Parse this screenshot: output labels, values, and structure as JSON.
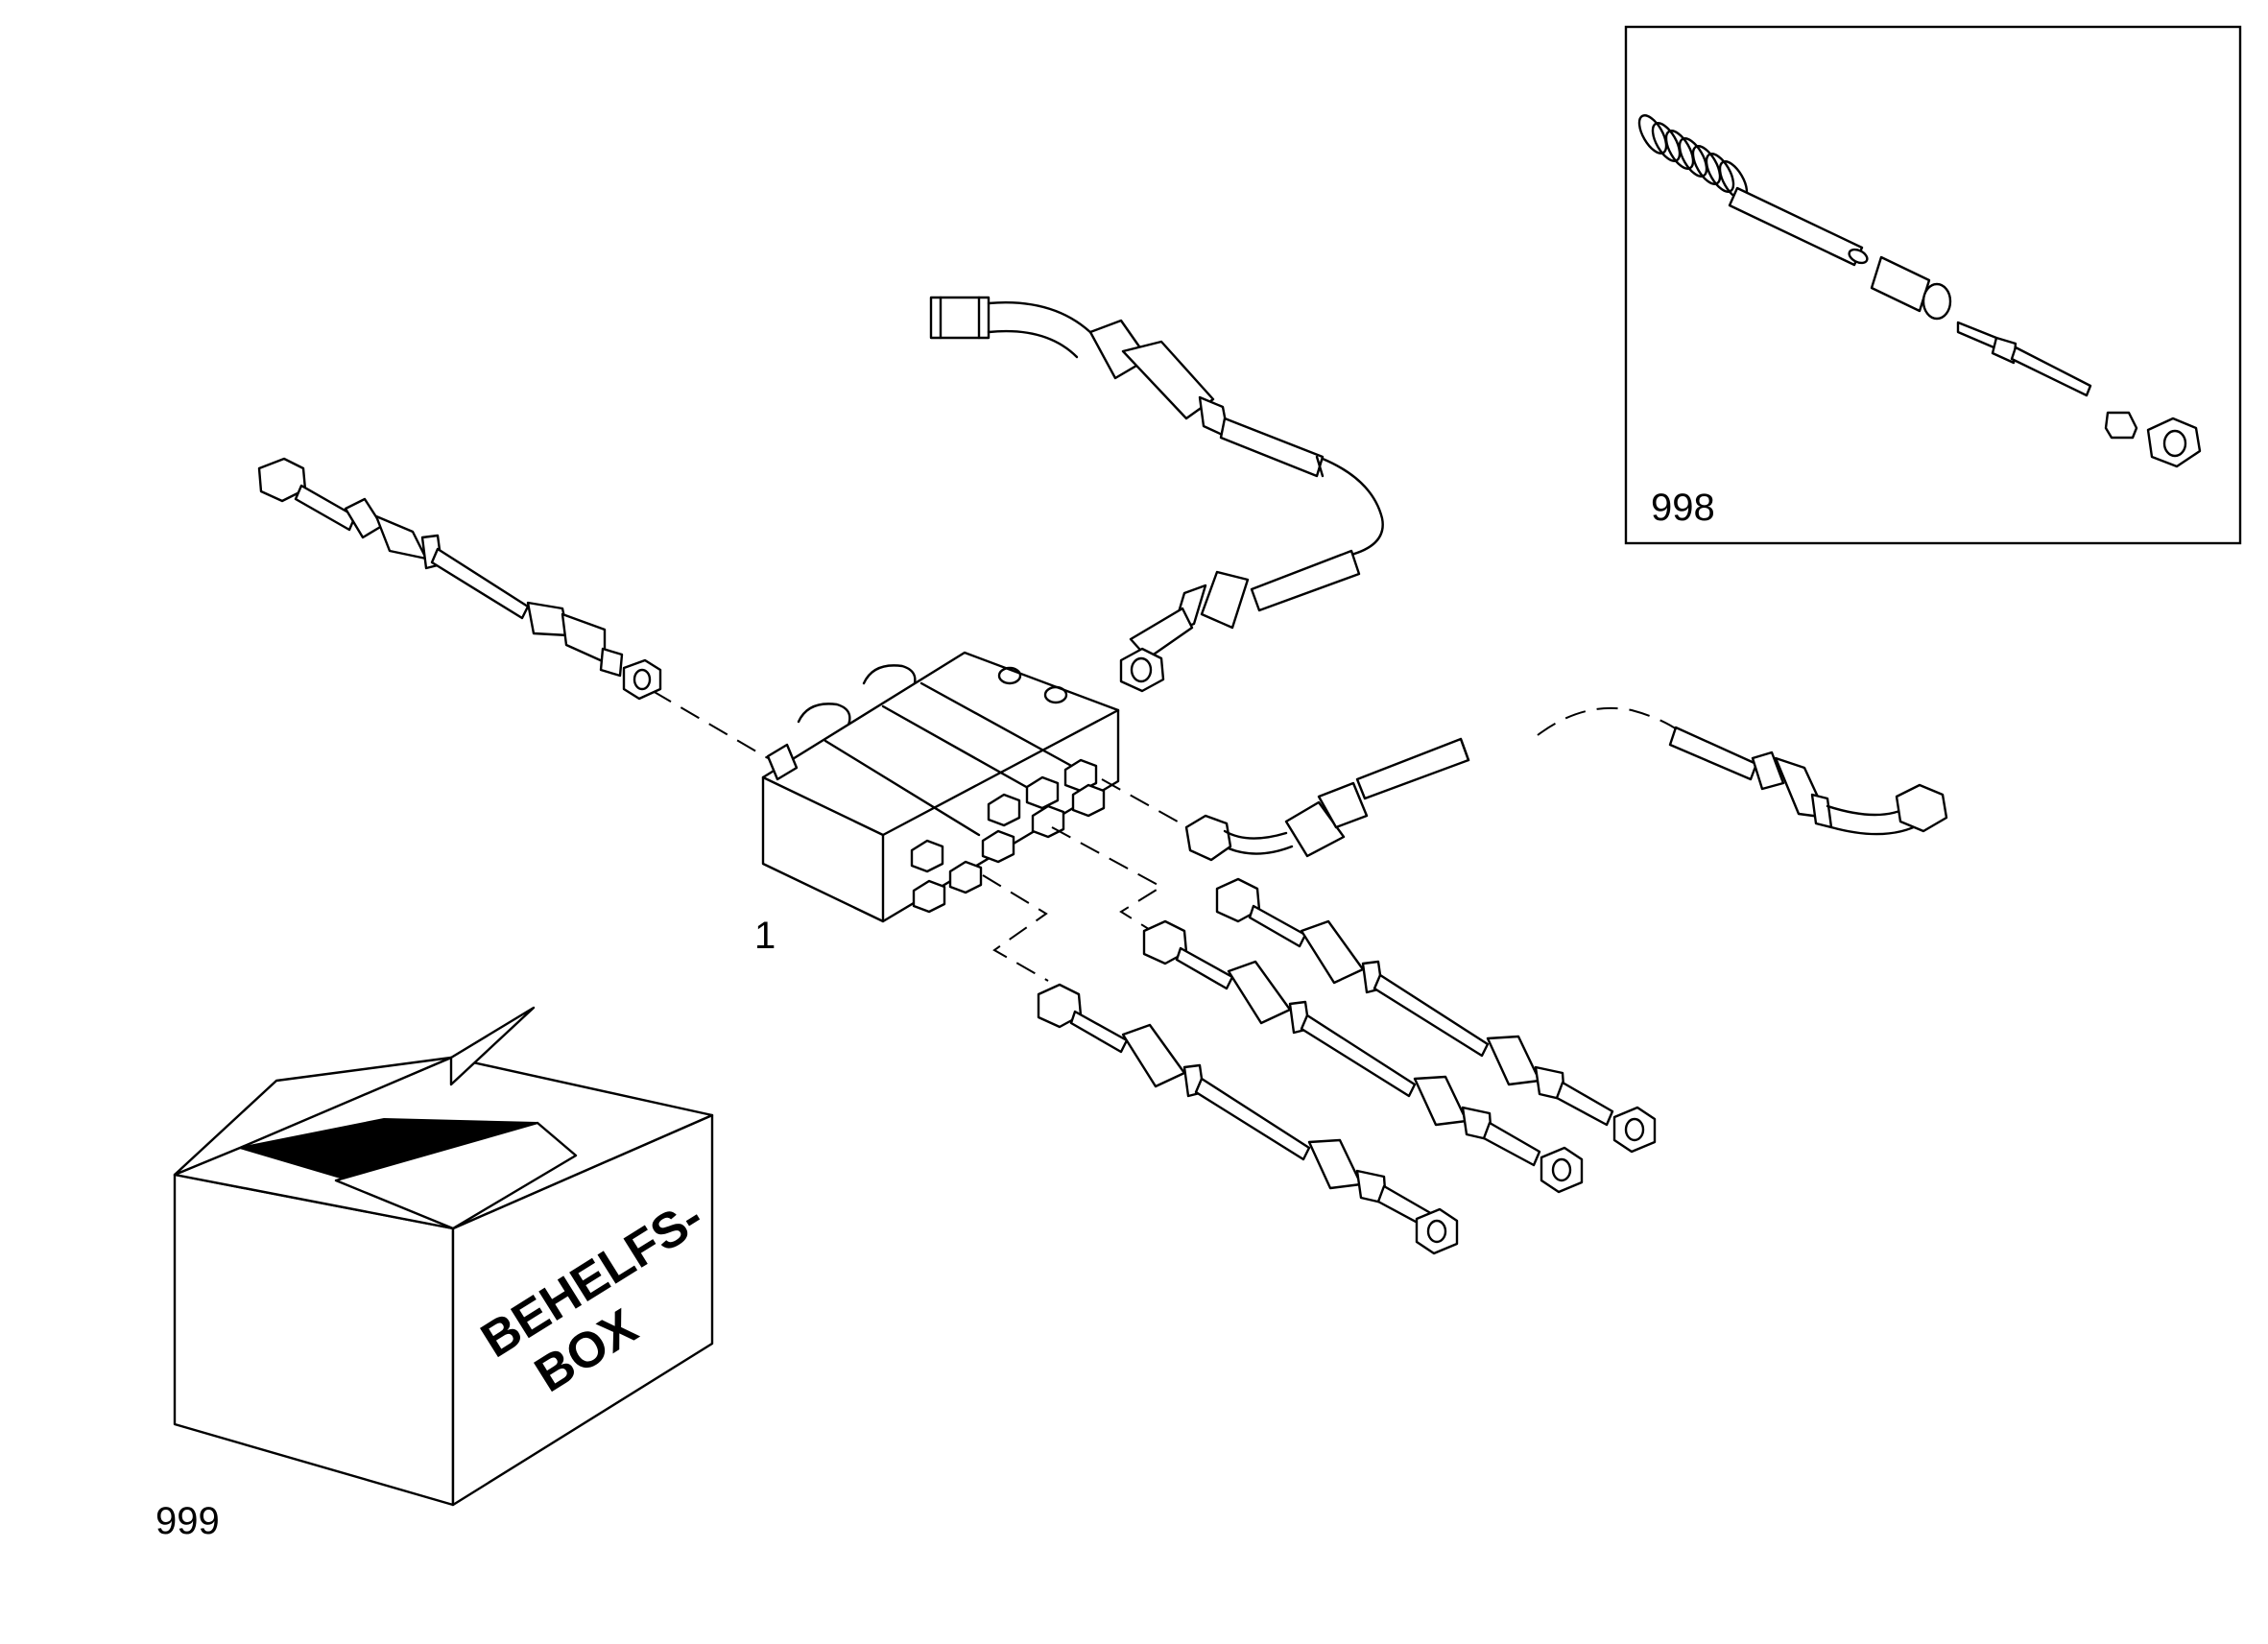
{
  "callouts": {
    "item_1": "1",
    "item_998": "998",
    "item_999": "999"
  },
  "box": {
    "line1": "BEHELFS-",
    "line2": "BOX"
  }
}
